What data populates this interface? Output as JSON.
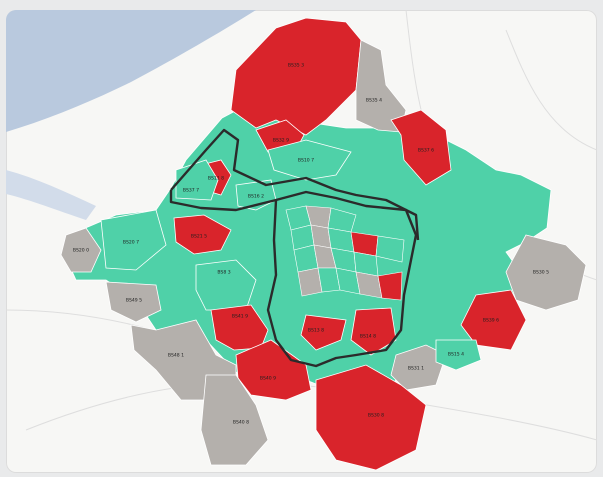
{
  "map": {
    "colors": {
      "red": "#d9242b",
      "teal": "#4fd1a8",
      "grey": "#b4b0ac",
      "sea": "#b9c9de",
      "land": "#f7f7f5",
      "border": "#2b2b2b"
    },
    "districts": [
      {
        "label": "BS35 3",
        "fill": "red"
      },
      {
        "label": "BS35 4",
        "fill": "grey"
      },
      {
        "label": "BS32 9",
        "fill": "red"
      },
      {
        "label": "BS37 6",
        "fill": "red"
      },
      {
        "label": "BS10 7",
        "fill": "teal"
      },
      {
        "label": "BS11 8",
        "fill": "red"
      },
      {
        "label": "BS37 7",
        "fill": "teal"
      },
      {
        "label": "BS16 2",
        "fill": "teal"
      },
      {
        "label": "BS20 0",
        "fill": "grey"
      },
      {
        "label": "BS20 7",
        "fill": "teal"
      },
      {
        "label": "BS21 5",
        "fill": "red"
      },
      {
        "label": "BS8 3",
        "fill": "teal"
      },
      {
        "label": "BS48 1",
        "fill": "grey"
      },
      {
        "label": "BS41 9",
        "fill": "red"
      },
      {
        "label": "BS49 5",
        "fill": "grey"
      },
      {
        "label": "BS40 9",
        "fill": "red"
      },
      {
        "label": "BS40 8",
        "fill": "grey"
      },
      {
        "label": "BS31 1",
        "fill": "grey"
      },
      {
        "label": "BS30 8",
        "fill": "red"
      },
      {
        "label": "BS30 5",
        "fill": "grey"
      },
      {
        "label": "BS39 6",
        "fill": "red"
      },
      {
        "label": "BS15 4",
        "fill": "teal"
      },
      {
        "label": "BS14 8",
        "fill": "red"
      },
      {
        "label": "BS13 8",
        "fill": "red"
      }
    ]
  }
}
